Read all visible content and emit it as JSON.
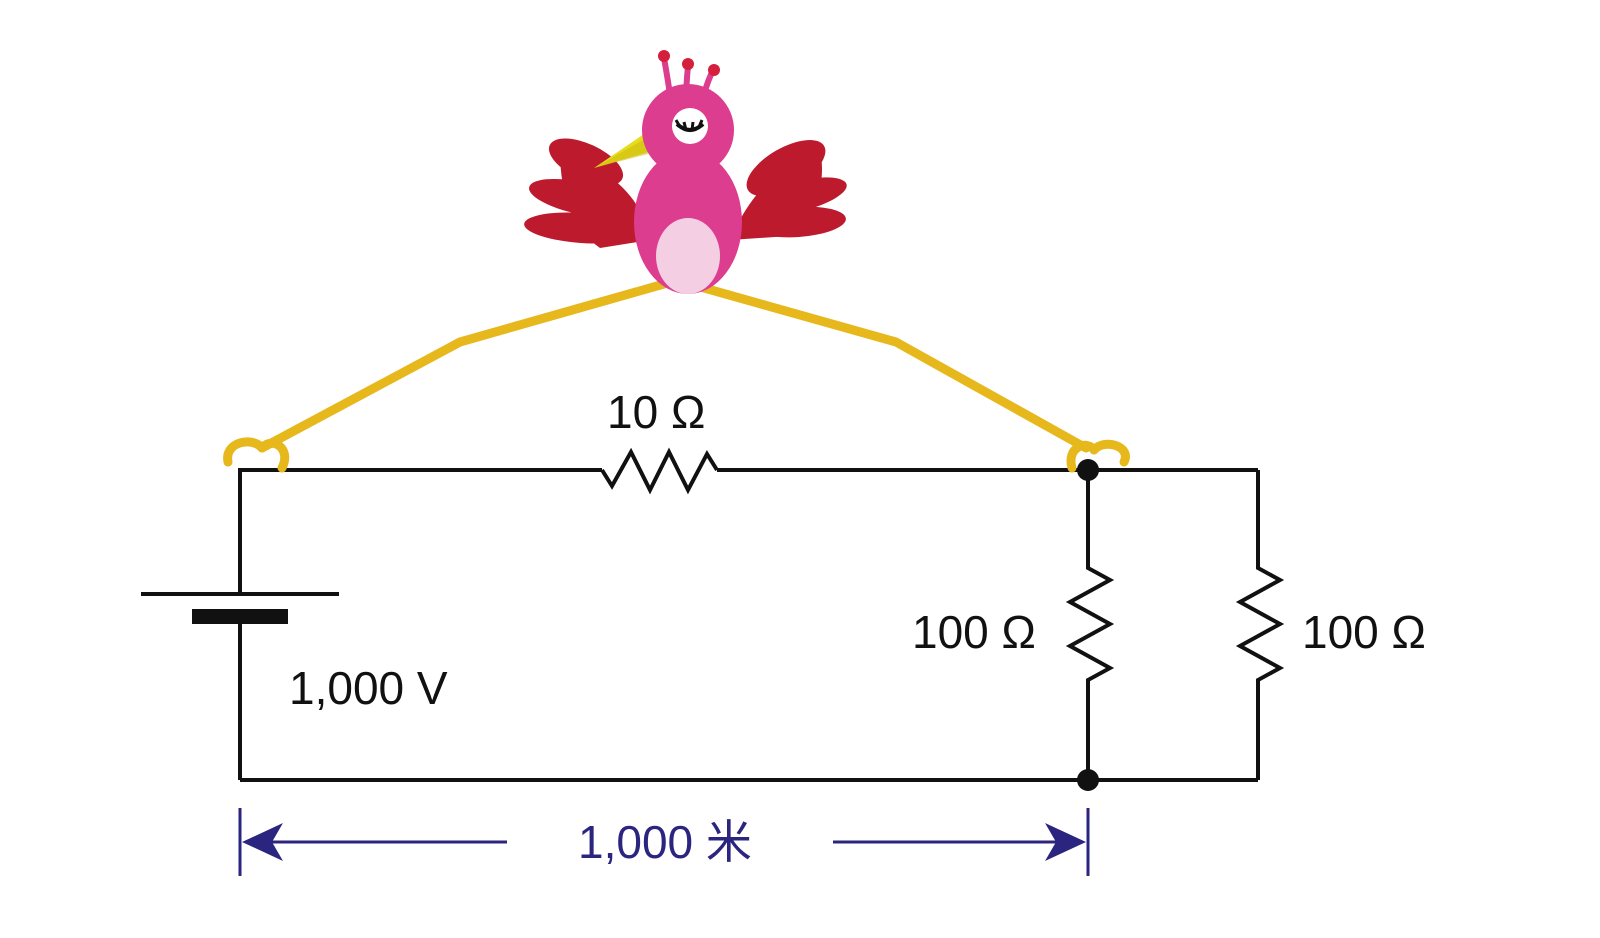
{
  "labels": {
    "resistor_top": "10 Ω",
    "resistor_mid": "100 Ω",
    "resistor_right": "100 Ω",
    "battery": "1,000 V",
    "distance": "1,000 米"
  },
  "colors": {
    "wire": "#111111",
    "bird_legs": "#e6b81c",
    "bird_body": "#dc3d8e",
    "bird_wing": "#bd1a2e",
    "bird_belly": "#f4cfe3",
    "bird_beak": "#e8dc1a",
    "crest_tip": "#d4203c",
    "dimension": "#2b2580"
  }
}
